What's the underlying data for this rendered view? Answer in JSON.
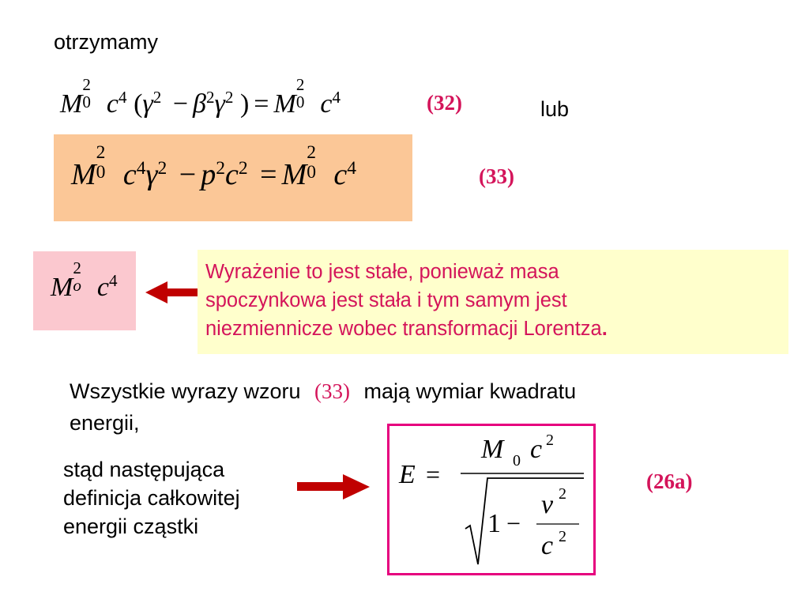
{
  "intro": "otrzymamy",
  "eq32": {
    "M": "M",
    "sub0": "0",
    "sup2": "2",
    "c": "c",
    "sup4": "4",
    "lparen": "(",
    "gamma": "γ",
    "minus": "−",
    "beta": "β",
    "rparen": ")",
    "equals": "=",
    "number": "(32)"
  },
  "lub": "lub",
  "eq33": {
    "M": "M",
    "sub0": "0",
    "sup2": "2",
    "c": "c",
    "sup4": "4",
    "gamma": "γ",
    "minus": "−",
    "p": "p",
    "equals": "=",
    "number": "(33)"
  },
  "rest_energy": {
    "M": "M",
    "sub_o": "o",
    "sup2": "2",
    "c": "c",
    "sup4": "4"
  },
  "explanation": {
    "line1": "Wyrażenie to jest stałe, ponieważ masa",
    "line2": "spoczynkowa jest stała i tym samym jest",
    "line3": "niezmiennicze wobec transformacji Lorentza",
    "period": "."
  },
  "statement": {
    "part1": "Wszystkie wyrazy wzoru",
    "ref": "(33)",
    "part2": "mają wymiar kwadratu",
    "line2": "energii,"
  },
  "conclusion": {
    "line1": "stąd następująca",
    "line2": "definicja całkowitej",
    "line3": "energii cząstki"
  },
  "eq26a": {
    "E": "E",
    "equals": "=",
    "M": "M",
    "sub0": "0",
    "c": "c",
    "sup2": "2",
    "one": "1",
    "minus": "−",
    "v": "v",
    "number": "(26a)"
  },
  "colors": {
    "eq_number": "#d4145a",
    "orange_box": "#fbc797",
    "pink_box": "#fbc8cf",
    "yellow_box": "#ffffcc",
    "arrow": "#c00000",
    "frame": "#e6007e"
  }
}
